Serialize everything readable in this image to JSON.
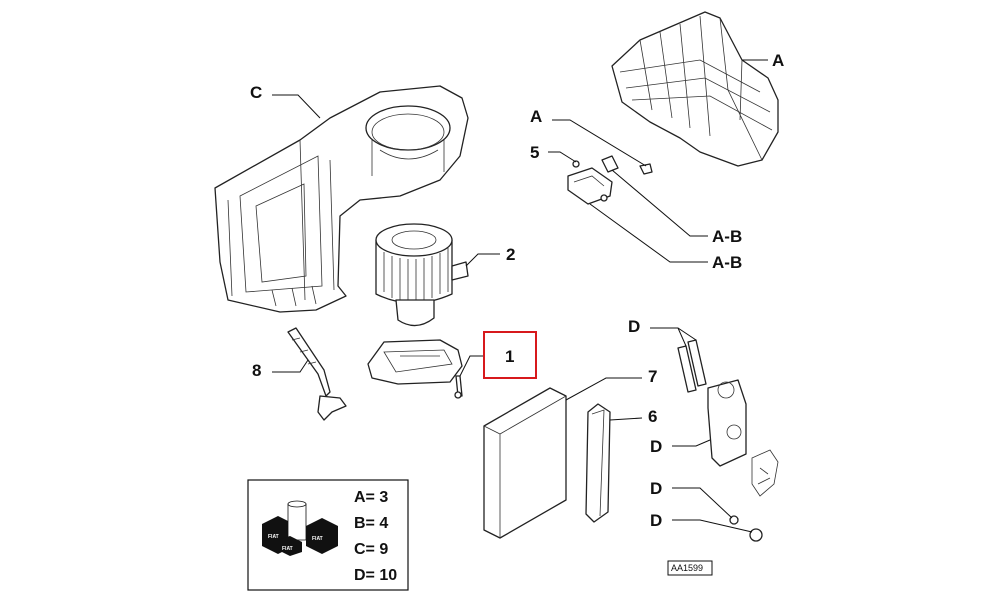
{
  "callouts": {
    "c": "C",
    "a_top": "A",
    "a_mid": "A",
    "five": "5",
    "ab1": "A-B",
    "ab2": "A-B",
    "two": "2",
    "one": "1",
    "eight": "8",
    "d_top": "D",
    "seven": "7",
    "six": "6",
    "d_mid": "D",
    "d_low1": "D",
    "d_low2": "D"
  },
  "legend": {
    "rows": [
      "A= 3",
      "B= 4",
      "C= 9",
      "D= 10"
    ]
  },
  "reference": "AA1599",
  "highlight_color": "#d7191c"
}
